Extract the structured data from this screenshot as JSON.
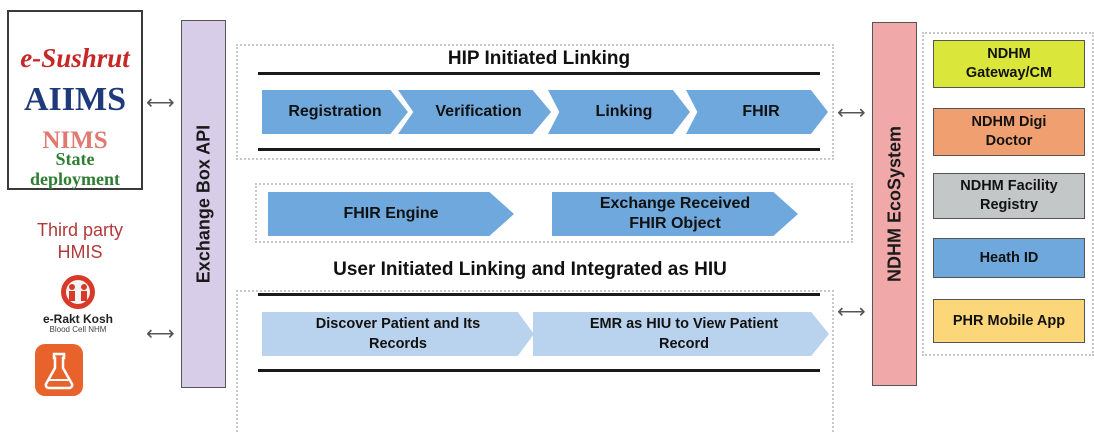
{
  "left": {
    "logo_lines": [
      "e-Sushrut",
      "AIIMS",
      "NIMS",
      "State",
      "deployment"
    ],
    "third_party": [
      "Third party",
      "HMIS"
    ],
    "rakt_kosh": "e-Rakt Kosh",
    "rakt_kosh_sub": "Blood Cell NHM"
  },
  "exchange_box": "Exchange Box API",
  "hip": {
    "title": "HIP Initiated Linking",
    "steps": [
      "Registration",
      "Verification",
      "Linking",
      "FHIR"
    ]
  },
  "middle": {
    "items": [
      [
        "FHIR Engine"
      ],
      [
        "Exchange Received",
        "FHIR Object"
      ]
    ]
  },
  "user": {
    "title": "User Initiated Linking and Integrated as HIU",
    "steps": [
      [
        "Discover Patient and Its",
        "Records"
      ],
      [
        "EMR as HIU to View Patient",
        "Record"
      ]
    ]
  },
  "ecosystem": "NDHM EcoSystem",
  "right_boxes": [
    {
      "lines": [
        "NDHM",
        "Gateway/CM"
      ],
      "color": "#dbe63a"
    },
    {
      "lines": [
        "NDHM Digi",
        "Doctor"
      ],
      "color": "#f0a070"
    },
    {
      "lines": [
        "NDHM Facility",
        "Registry"
      ],
      "color": "#c4c7c7"
    },
    {
      "lines": [
        "Heath ID"
      ],
      "color": "#6fa8dc"
    },
    {
      "lines": [
        "PHR Mobile App"
      ],
      "color": "#fcd779"
    }
  ]
}
